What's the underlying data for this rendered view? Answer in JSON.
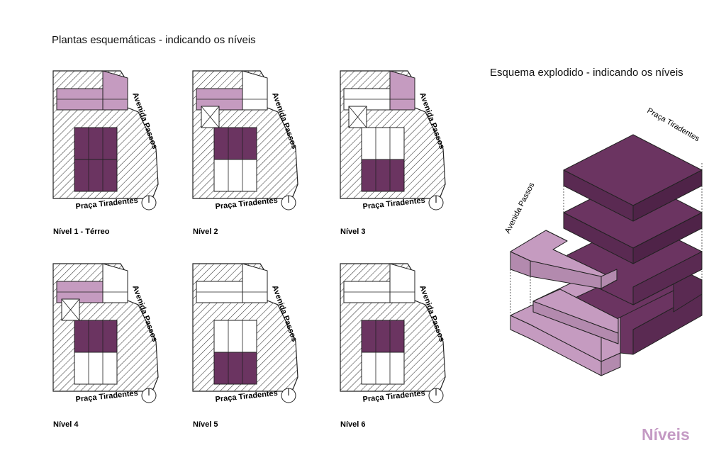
{
  "page": {
    "title_left": "Plantas esquemáticas -  indicando os níveis",
    "title_right": "Esquema explodido -  indicando os níveis",
    "footer": "Níveis"
  },
  "colors": {
    "dark": "#6b3461",
    "light": "#c59bc0",
    "line": "#222222",
    "hatch": "#333333",
    "footer": "#c49ac4"
  },
  "streets": {
    "avenida": "Avenida Passos",
    "praca": "Praça Tiradentes"
  },
  "plans": [
    {
      "label": "Nível 1 - Térreo",
      "top": "light",
      "top_right": "light",
      "shaft": false,
      "bottom_upper": "dark",
      "bottom_lower": "dark"
    },
    {
      "label": "Nível 2",
      "top": "light",
      "top_right": "white",
      "shaft": true,
      "bottom_upper": "dark",
      "bottom_lower": "white"
    },
    {
      "label": "Nível 3",
      "top": "white",
      "top_right": "light",
      "shaft": true,
      "bottom_upper": "white",
      "bottom_lower": "dark"
    },
    {
      "label": "Nível 4",
      "top": "light",
      "top_right": "white",
      "shaft": true,
      "bottom_upper": "dark",
      "bottom_lower": "white"
    },
    {
      "label": "Nível 5",
      "top": "white",
      "top_right": "white",
      "shaft": false,
      "bottom_upper": "white",
      "bottom_lower": "dark"
    },
    {
      "label": "Nível 6",
      "top": "white",
      "top_right": "white",
      "shaft": false,
      "bottom_upper": "dark",
      "bottom_lower": "white"
    }
  ]
}
